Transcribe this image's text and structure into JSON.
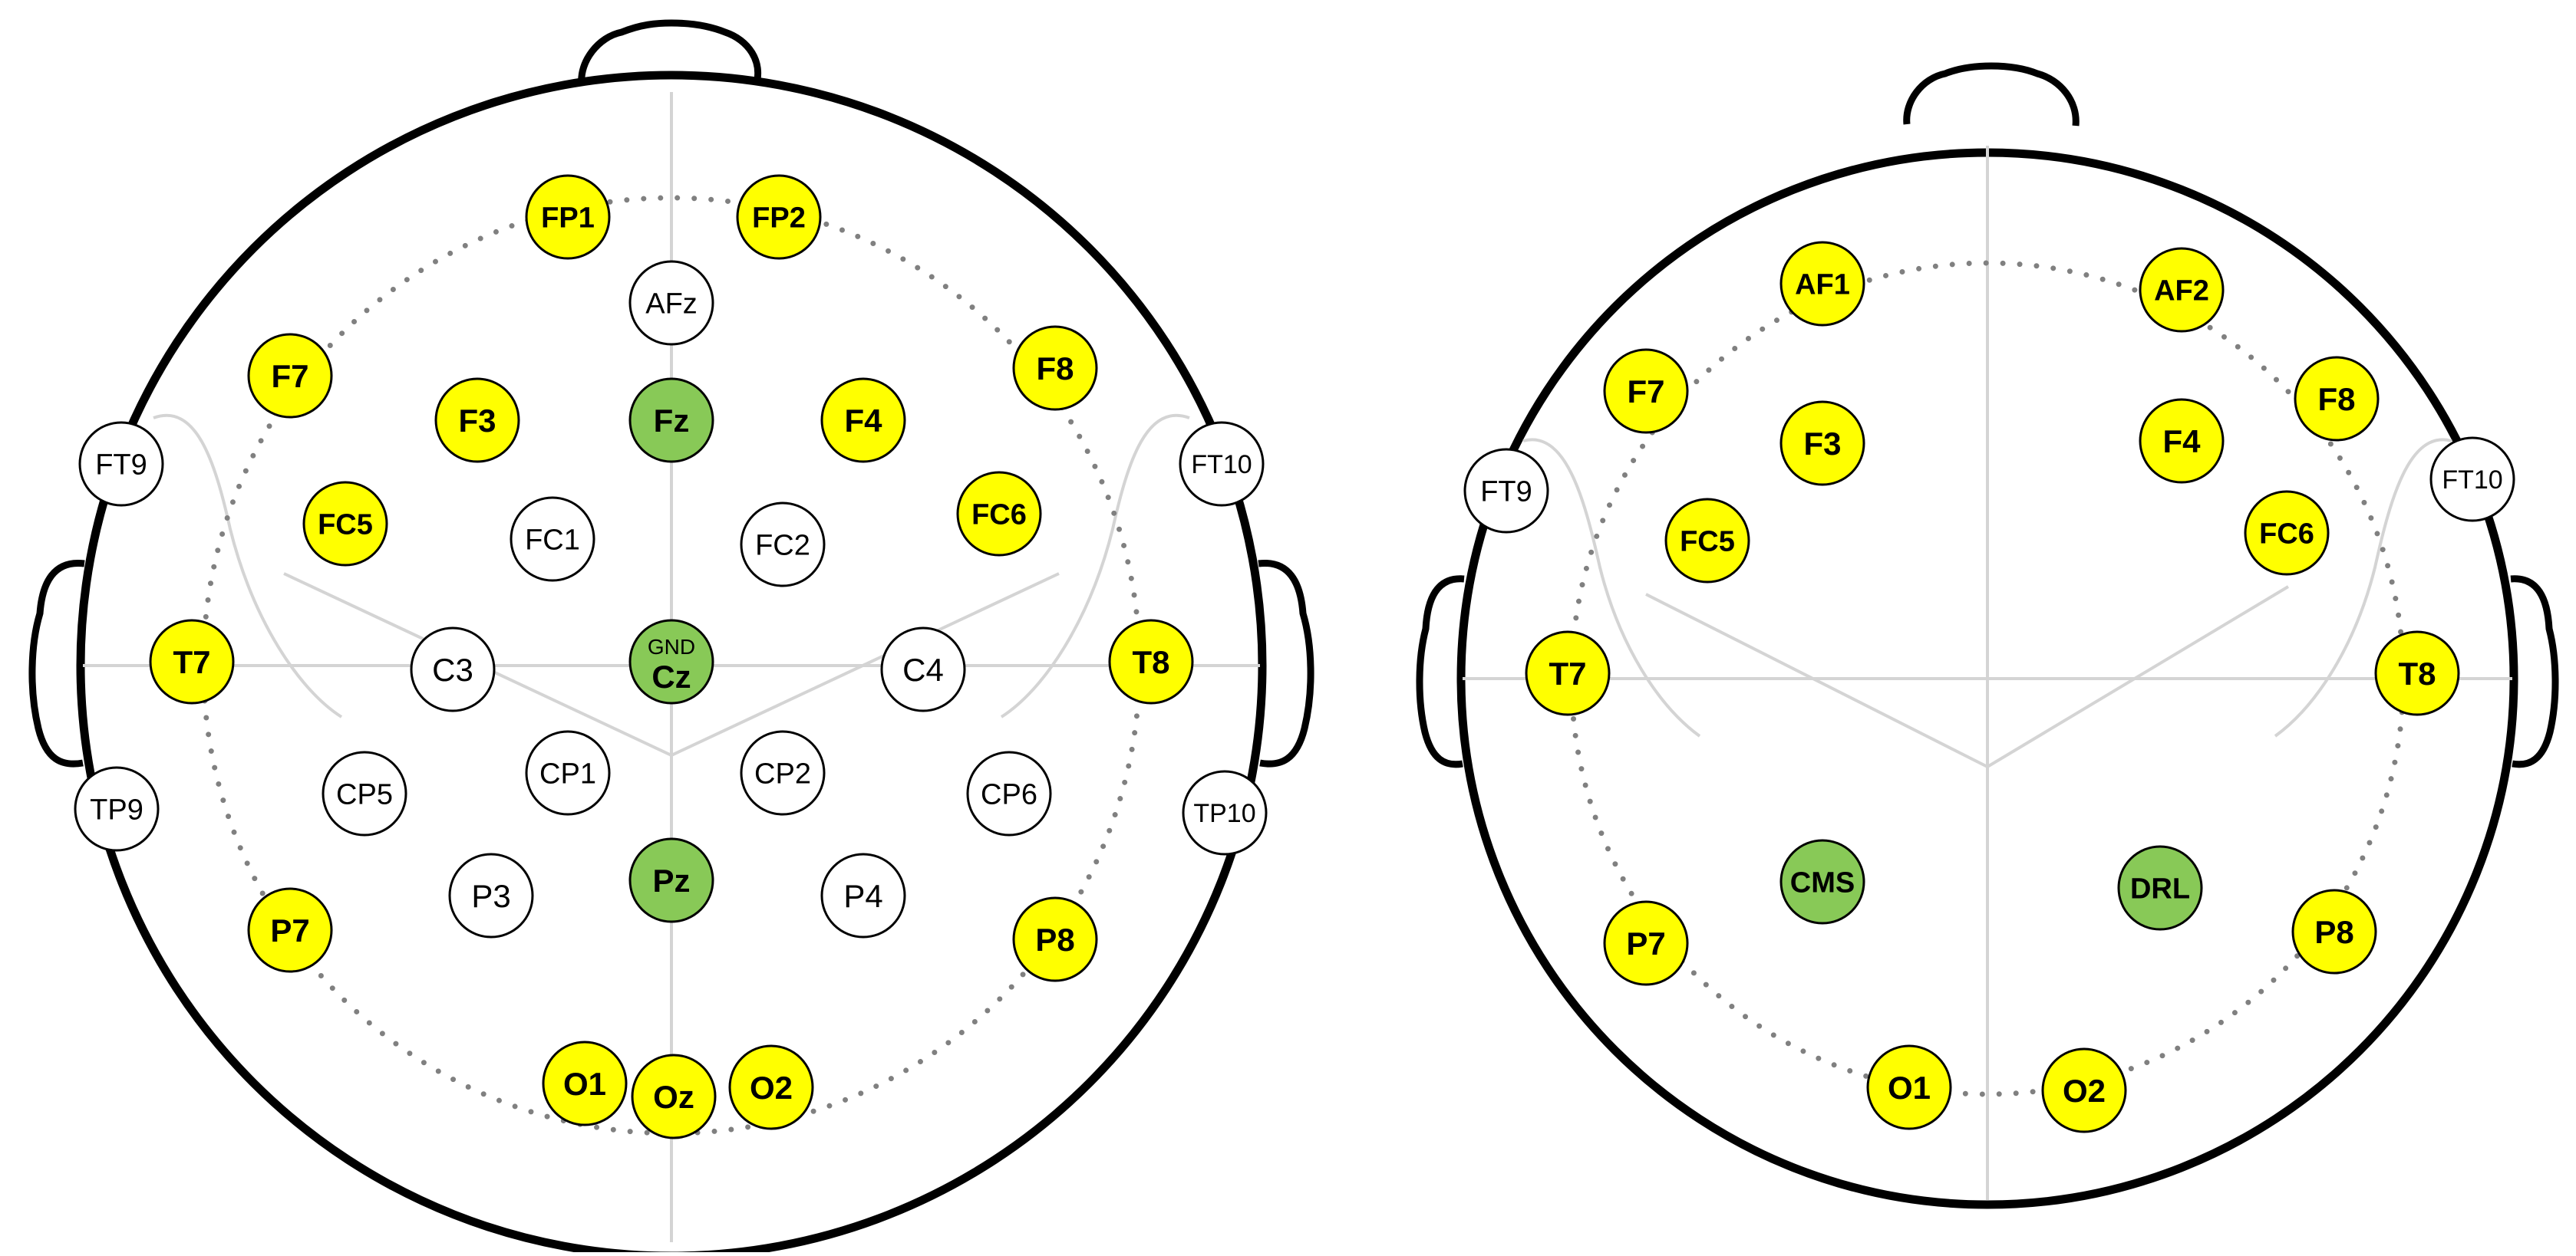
{
  "colors": {
    "yellow": "#ffff00",
    "green": "#88c957",
    "white": "#ffffff",
    "outline": "#000000",
    "guide": "#d4d4d4",
    "dots": "#808080"
  },
  "left_map": {
    "ground_label": "GND",
    "electrodes": [
      {
        "label": "FP1",
        "fill": "yellow"
      },
      {
        "label": "FP2",
        "fill": "yellow"
      },
      {
        "label": "AFz",
        "fill": "white"
      },
      {
        "label": "F7",
        "fill": "yellow"
      },
      {
        "label": "F3",
        "fill": "yellow"
      },
      {
        "label": "Fz",
        "fill": "green"
      },
      {
        "label": "F4",
        "fill": "yellow"
      },
      {
        "label": "F8",
        "fill": "yellow"
      },
      {
        "label": "FT9",
        "fill": "white"
      },
      {
        "label": "FT10",
        "fill": "white"
      },
      {
        "label": "FC5",
        "fill": "yellow"
      },
      {
        "label": "FC1",
        "fill": "white"
      },
      {
        "label": "FC2",
        "fill": "white"
      },
      {
        "label": "FC6",
        "fill": "yellow"
      },
      {
        "label": "T7",
        "fill": "yellow"
      },
      {
        "label": "C3",
        "fill": "white"
      },
      {
        "label": "Cz",
        "fill": "green"
      },
      {
        "label": "C4",
        "fill": "white"
      },
      {
        "label": "T8",
        "fill": "yellow"
      },
      {
        "label": "TP9",
        "fill": "white"
      },
      {
        "label": "CP5",
        "fill": "white"
      },
      {
        "label": "CP1",
        "fill": "white"
      },
      {
        "label": "CP2",
        "fill": "white"
      },
      {
        "label": "CP6",
        "fill": "white"
      },
      {
        "label": "TP10",
        "fill": "white"
      },
      {
        "label": "P7",
        "fill": "yellow"
      },
      {
        "label": "P3",
        "fill": "white"
      },
      {
        "label": "Pz",
        "fill": "green"
      },
      {
        "label": "P4",
        "fill": "white"
      },
      {
        "label": "P8",
        "fill": "yellow"
      },
      {
        "label": "O1",
        "fill": "yellow"
      },
      {
        "label": "Oz",
        "fill": "yellow"
      },
      {
        "label": "O2",
        "fill": "yellow"
      }
    ]
  },
  "right_map": {
    "electrodes": [
      {
        "label": "AF1",
        "fill": "yellow"
      },
      {
        "label": "AF2",
        "fill": "yellow"
      },
      {
        "label": "F7",
        "fill": "yellow"
      },
      {
        "label": "F3",
        "fill": "yellow"
      },
      {
        "label": "F4",
        "fill": "yellow"
      },
      {
        "label": "F8",
        "fill": "yellow"
      },
      {
        "label": "FT9",
        "fill": "white"
      },
      {
        "label": "FT10",
        "fill": "white"
      },
      {
        "label": "FC5",
        "fill": "yellow"
      },
      {
        "label": "FC6",
        "fill": "yellow"
      },
      {
        "label": "T7",
        "fill": "yellow"
      },
      {
        "label": "T8",
        "fill": "yellow"
      },
      {
        "label": "CMS",
        "fill": "green"
      },
      {
        "label": "DRL",
        "fill": "green"
      },
      {
        "label": "P7",
        "fill": "yellow"
      },
      {
        "label": "P8",
        "fill": "yellow"
      },
      {
        "label": "O1",
        "fill": "yellow"
      },
      {
        "label": "O2",
        "fill": "yellow"
      }
    ]
  }
}
